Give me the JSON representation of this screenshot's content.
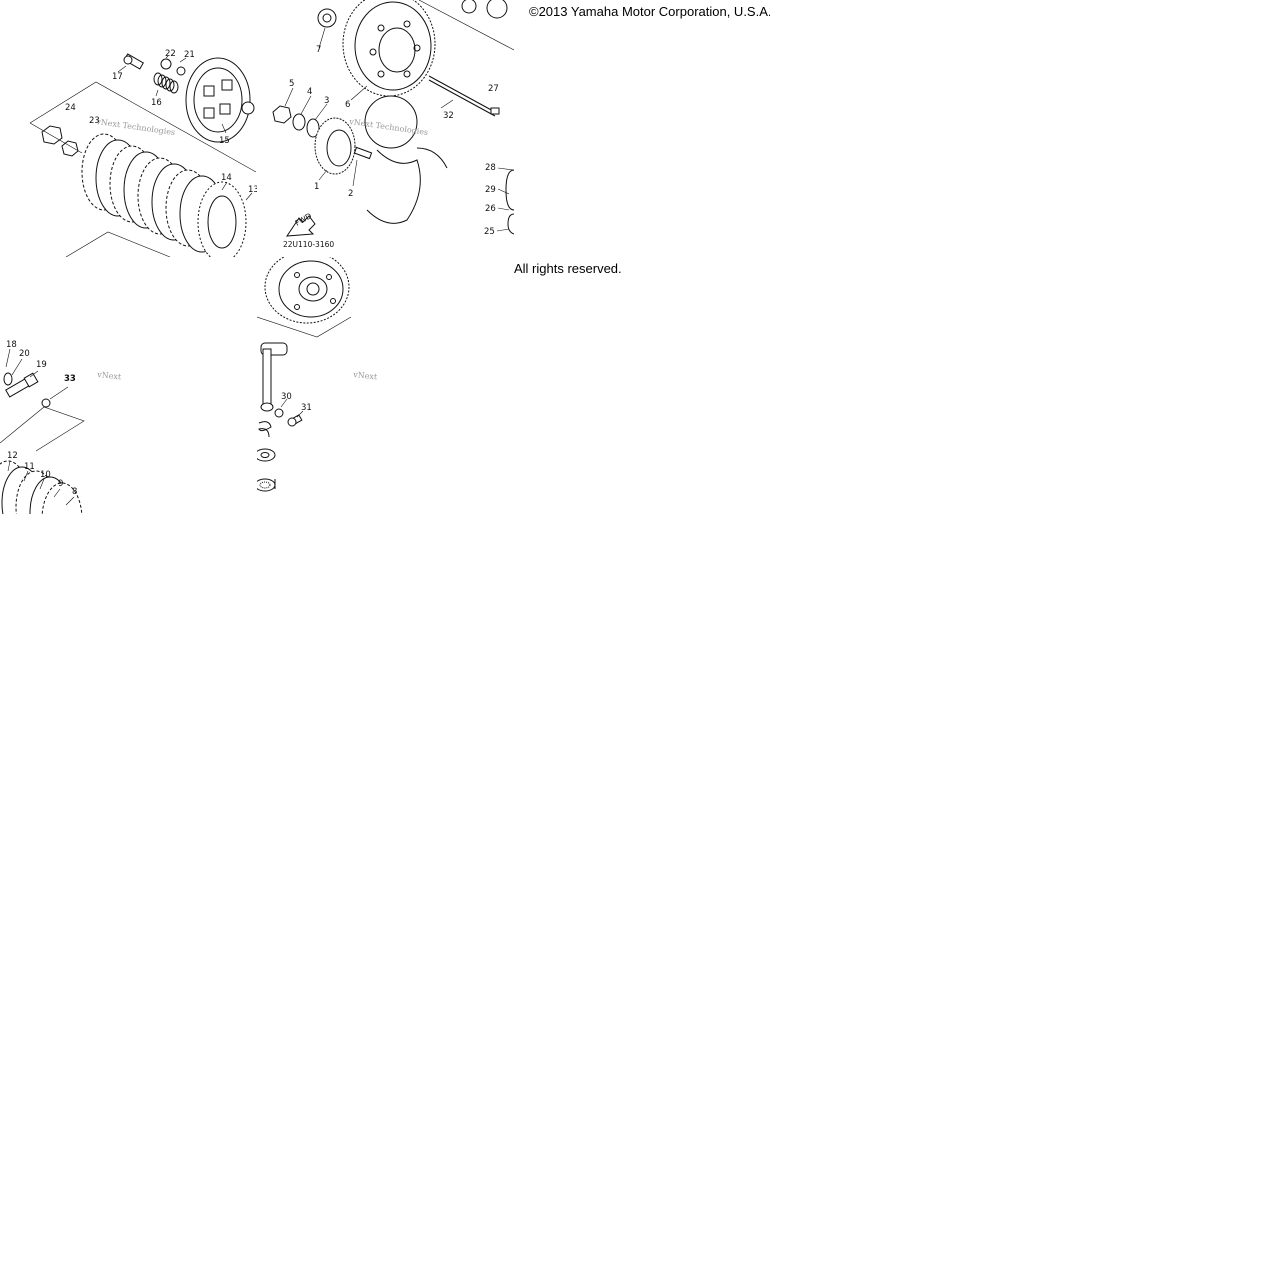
{
  "copyright": "©2013 Yamaha Motor Corporation, U.S.A. All rights reserved.",
  "copyright_line1": "©2013 Yamaha Motor Corporation, U.S.A. ",
  "copyright_line2": "All rights reserved.",
  "watermark": "vNext Technologies",
  "watermark_short": "vNext",
  "diagram_code": "22U110-3160",
  "fwd_label": "FWD",
  "callouts_tile1": [
    "22",
    "21",
    "17",
    "16",
    "24",
    "23",
    "15",
    "14",
    "13"
  ],
  "callouts_tile2": [
    "7",
    "5",
    "4",
    "3",
    "6",
    "1",
    "2"
  ],
  "callouts_tile2_right": [
    "32",
    "27",
    "28",
    "29",
    "26",
    "25"
  ],
  "callouts_tile3": [
    "18",
    "20",
    "19",
    "33",
    "12",
    "11",
    "10",
    "9",
    "8"
  ],
  "callouts_tile4": [
    "30",
    "31"
  ]
}
